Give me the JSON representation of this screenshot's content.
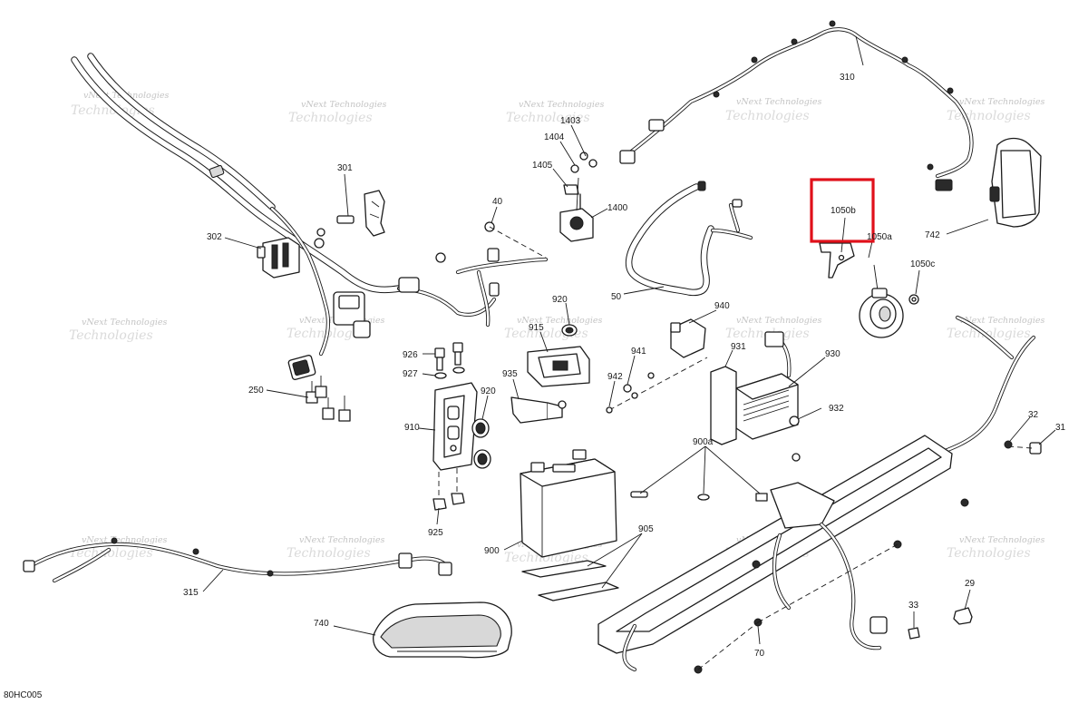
{
  "diagram": {
    "figure_code": "80HC005",
    "watermark": {
      "line1": "vNext Technologies",
      "line2": "Technologies"
    },
    "highlighted_callout": "1050b",
    "callouts": [
      {
        "id": "c-301",
        "label": "301"
      },
      {
        "id": "c-302",
        "label": "302"
      },
      {
        "id": "c-250",
        "label": "250"
      },
      {
        "id": "c-40",
        "label": "40"
      },
      {
        "id": "c-1403",
        "label": "1403"
      },
      {
        "id": "c-1404",
        "label": "1404"
      },
      {
        "id": "c-1405",
        "label": "1405"
      },
      {
        "id": "c-1400",
        "label": "1400"
      },
      {
        "id": "c-310",
        "label": "310"
      },
      {
        "id": "c-742",
        "label": "742"
      },
      {
        "id": "c-1050b",
        "label": "1050b"
      },
      {
        "id": "c-1050a",
        "label": "1050a"
      },
      {
        "id": "c-1050c",
        "label": "1050c"
      },
      {
        "id": "c-50",
        "label": "50"
      },
      {
        "id": "c-920a",
        "label": "920"
      },
      {
        "id": "c-915",
        "label": "915"
      },
      {
        "id": "c-940",
        "label": "940"
      },
      {
        "id": "c-926",
        "label": "926"
      },
      {
        "id": "c-927",
        "label": "927"
      },
      {
        "id": "c-935",
        "label": "935"
      },
      {
        "id": "c-920b",
        "label": "920"
      },
      {
        "id": "c-941",
        "label": "941"
      },
      {
        "id": "c-942",
        "label": "942"
      },
      {
        "id": "c-931",
        "label": "931"
      },
      {
        "id": "c-930",
        "label": "930"
      },
      {
        "id": "c-932",
        "label": "932"
      },
      {
        "id": "c-910",
        "label": "910"
      },
      {
        "id": "c-900a",
        "label": "900a"
      },
      {
        "id": "c-32",
        "label": "32"
      },
      {
        "id": "c-31",
        "label": "31"
      },
      {
        "id": "c-925",
        "label": "925"
      },
      {
        "id": "c-900",
        "label": "900"
      },
      {
        "id": "c-905",
        "label": "905"
      },
      {
        "id": "c-315",
        "label": "315"
      },
      {
        "id": "c-740",
        "label": "740"
      },
      {
        "id": "c-29",
        "label": "29"
      },
      {
        "id": "c-33",
        "label": "33"
      },
      {
        "id": "c-70",
        "label": "70"
      }
    ]
  }
}
